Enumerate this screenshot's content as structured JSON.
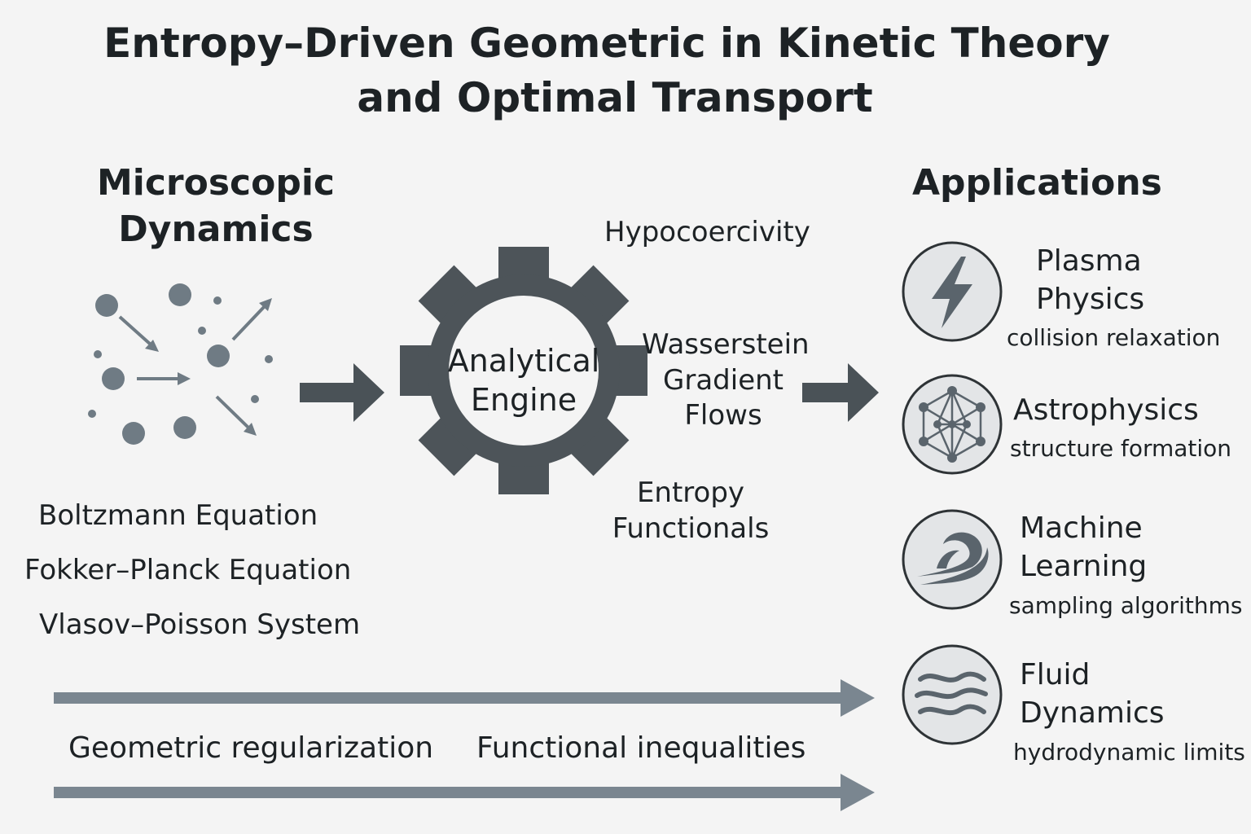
{
  "title": {
    "line1": "Entropy–Driven Geometric in Kinetic Theory",
    "line2": "and Optimal Transport"
  },
  "left": {
    "heading_line1": "Microscopic",
    "heading_line2": "Dynamics",
    "equations": [
      "Boltzmann Equation",
      "Fokker–Planck Equation",
      "Vlasov–Poisson System"
    ]
  },
  "center": {
    "engine_line1": "Analytical",
    "engine_line2": "Engine",
    "hypocoercivity": "Hypocoercivity",
    "wasserstein_line1": "Wasserstein",
    "wasserstein_line2": "Gradient",
    "wasserstein_line3": "Flows",
    "entropy_line1": "Entropy",
    "entropy_line2": "Functionals"
  },
  "applications": {
    "heading": "Applications",
    "items": [
      {
        "title_line1": "Plasma",
        "title_line2": "Physics",
        "subtitle": "collision relaxation",
        "icon": "lightning-bolt-icon"
      },
      {
        "title_line1": "Astrophysics",
        "title_line2": "",
        "subtitle": "structure formation",
        "icon": "network-icon"
      },
      {
        "title_line1": "Machine",
        "title_line2": "Learning",
        "subtitle": "sampling algorithms",
        "icon": "wave-icon"
      },
      {
        "title_line1": "Fluid",
        "title_line2": "Dynamics",
        "subtitle": "hydrodynamic limits",
        "icon": "flow-lines-icon"
      }
    ]
  },
  "bottom": {
    "label_left": "Geometric regularization",
    "label_right": "Functional inequalities"
  },
  "colors": {
    "background": "#f4f4f4",
    "gear": "#4d5459",
    "particle": "#6f7b84",
    "arrow": "#4a5257",
    "long_arrow": "#7a8690",
    "icon_fill": "#e3e5e7",
    "icon_stroke": "#2e3336"
  }
}
